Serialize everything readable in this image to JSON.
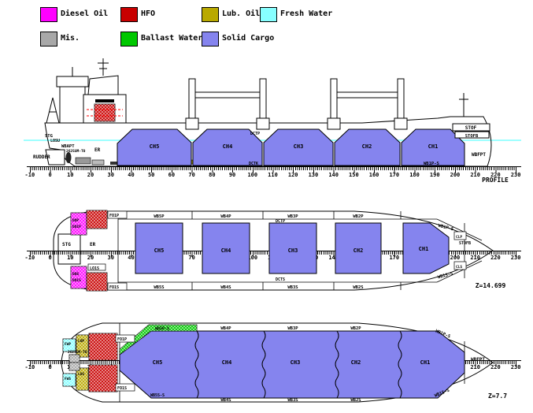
{
  "colors": {
    "diesel_oil": "#FF00FF",
    "hfo": "#C80000",
    "lub_oil": "#B9A900",
    "fresh_water": "#87FFFF",
    "mis": "#A8A8A8",
    "ballast_water": "#00C800",
    "solid_cargo": "#8584EE",
    "waterline": "#7FFFFF"
  },
  "legend": {
    "items": [
      {
        "label": "Diesel Oil",
        "color": "#FF00FF"
      },
      {
        "label": "HFO",
        "color": "#C80000"
      },
      {
        "label": "Lub. Oil",
        "color": "#B9A900"
      },
      {
        "label": "Fresh Water",
        "color": "#87FFFF"
      },
      {
        "label": "Mis.",
        "color": "#A8A8A8"
      },
      {
        "label": "Ballast Water",
        "color": "#00C800"
      },
      {
        "label": "Solid Cargo",
        "color": "#8584EE"
      }
    ]
  },
  "ruler": {
    "numbers": [
      "-10",
      "0",
      "10",
      "20",
      "30",
      "40",
      "50",
      "60",
      "70",
      "80",
      "90",
      "100",
      "110",
      "120",
      "130",
      "140",
      "150",
      "160",
      "170",
      "180",
      "190",
      "200",
      "210",
      "220",
      "230"
    ]
  },
  "profile": {
    "title": "PROFILE",
    "holds": [
      "CH5",
      "CH4",
      "CH3",
      "CH2",
      "CH1"
    ],
    "labels": {
      "stg": "STG",
      "losu": "LOSU",
      "wbapt": "WBAPT",
      "shaft": "2625UM-TO",
      "er": "ER",
      "rudder": "RUDDER",
      "dctp": "DCTP",
      "dctk": "DCTK",
      "wb1ps": "WB1P-S",
      "stof": "STOF",
      "stofb": "STOFB",
      "wbfpt": "WBFPT"
    }
  },
  "plan_mid": {
    "z_label": "Z=14.699",
    "holds": [
      "CH5",
      "CH4",
      "CH3",
      "CH2",
      "CH1"
    ],
    "top_tanks": [
      "WB5P",
      "WB4P",
      "WB3P",
      "WB2P",
      "WB1P-S"
    ],
    "bottom_tanks": [
      "WB5S",
      "WB4S",
      "WB3S",
      "WB2S",
      "WB1S-S"
    ],
    "labels": {
      "dctp": "DCTP",
      "dcts": "DCTS",
      "stg": "STG",
      "er": "ER",
      "dop": "DOP",
      "do1p": "DO1P",
      "fo1p": "FO1P",
      "dos": "DOS",
      "do1s": "DO1S",
      "lo1s": "LO1S",
      "fo1s": "FO1S",
      "clp": "CLP",
      "cls": "CLS",
      "stofb": "STOFB"
    }
  },
  "plan_low": {
    "z_label": "Z=7.7",
    "holds": [
      "CH5",
      "CH4",
      "CH3",
      "CH2",
      "CH1"
    ],
    "top_tanks": [
      "WB5P-S",
      "WB4P",
      "WB3P",
      "WB2P",
      "WB1P-S"
    ],
    "bottom_tanks": [
      "WB5S-S",
      "WB4S",
      "WB3S",
      "WB2S",
      "WB1S-S"
    ],
    "labels": {
      "fwp": "FWP",
      "fws": "FWS",
      "lop": "LOP",
      "los": "LOS",
      "fo1p": "FO1P",
      "fo1s": "FO1S",
      "wbfpt": "WBFPT",
      "shaft": "2625UM-TO"
    }
  }
}
